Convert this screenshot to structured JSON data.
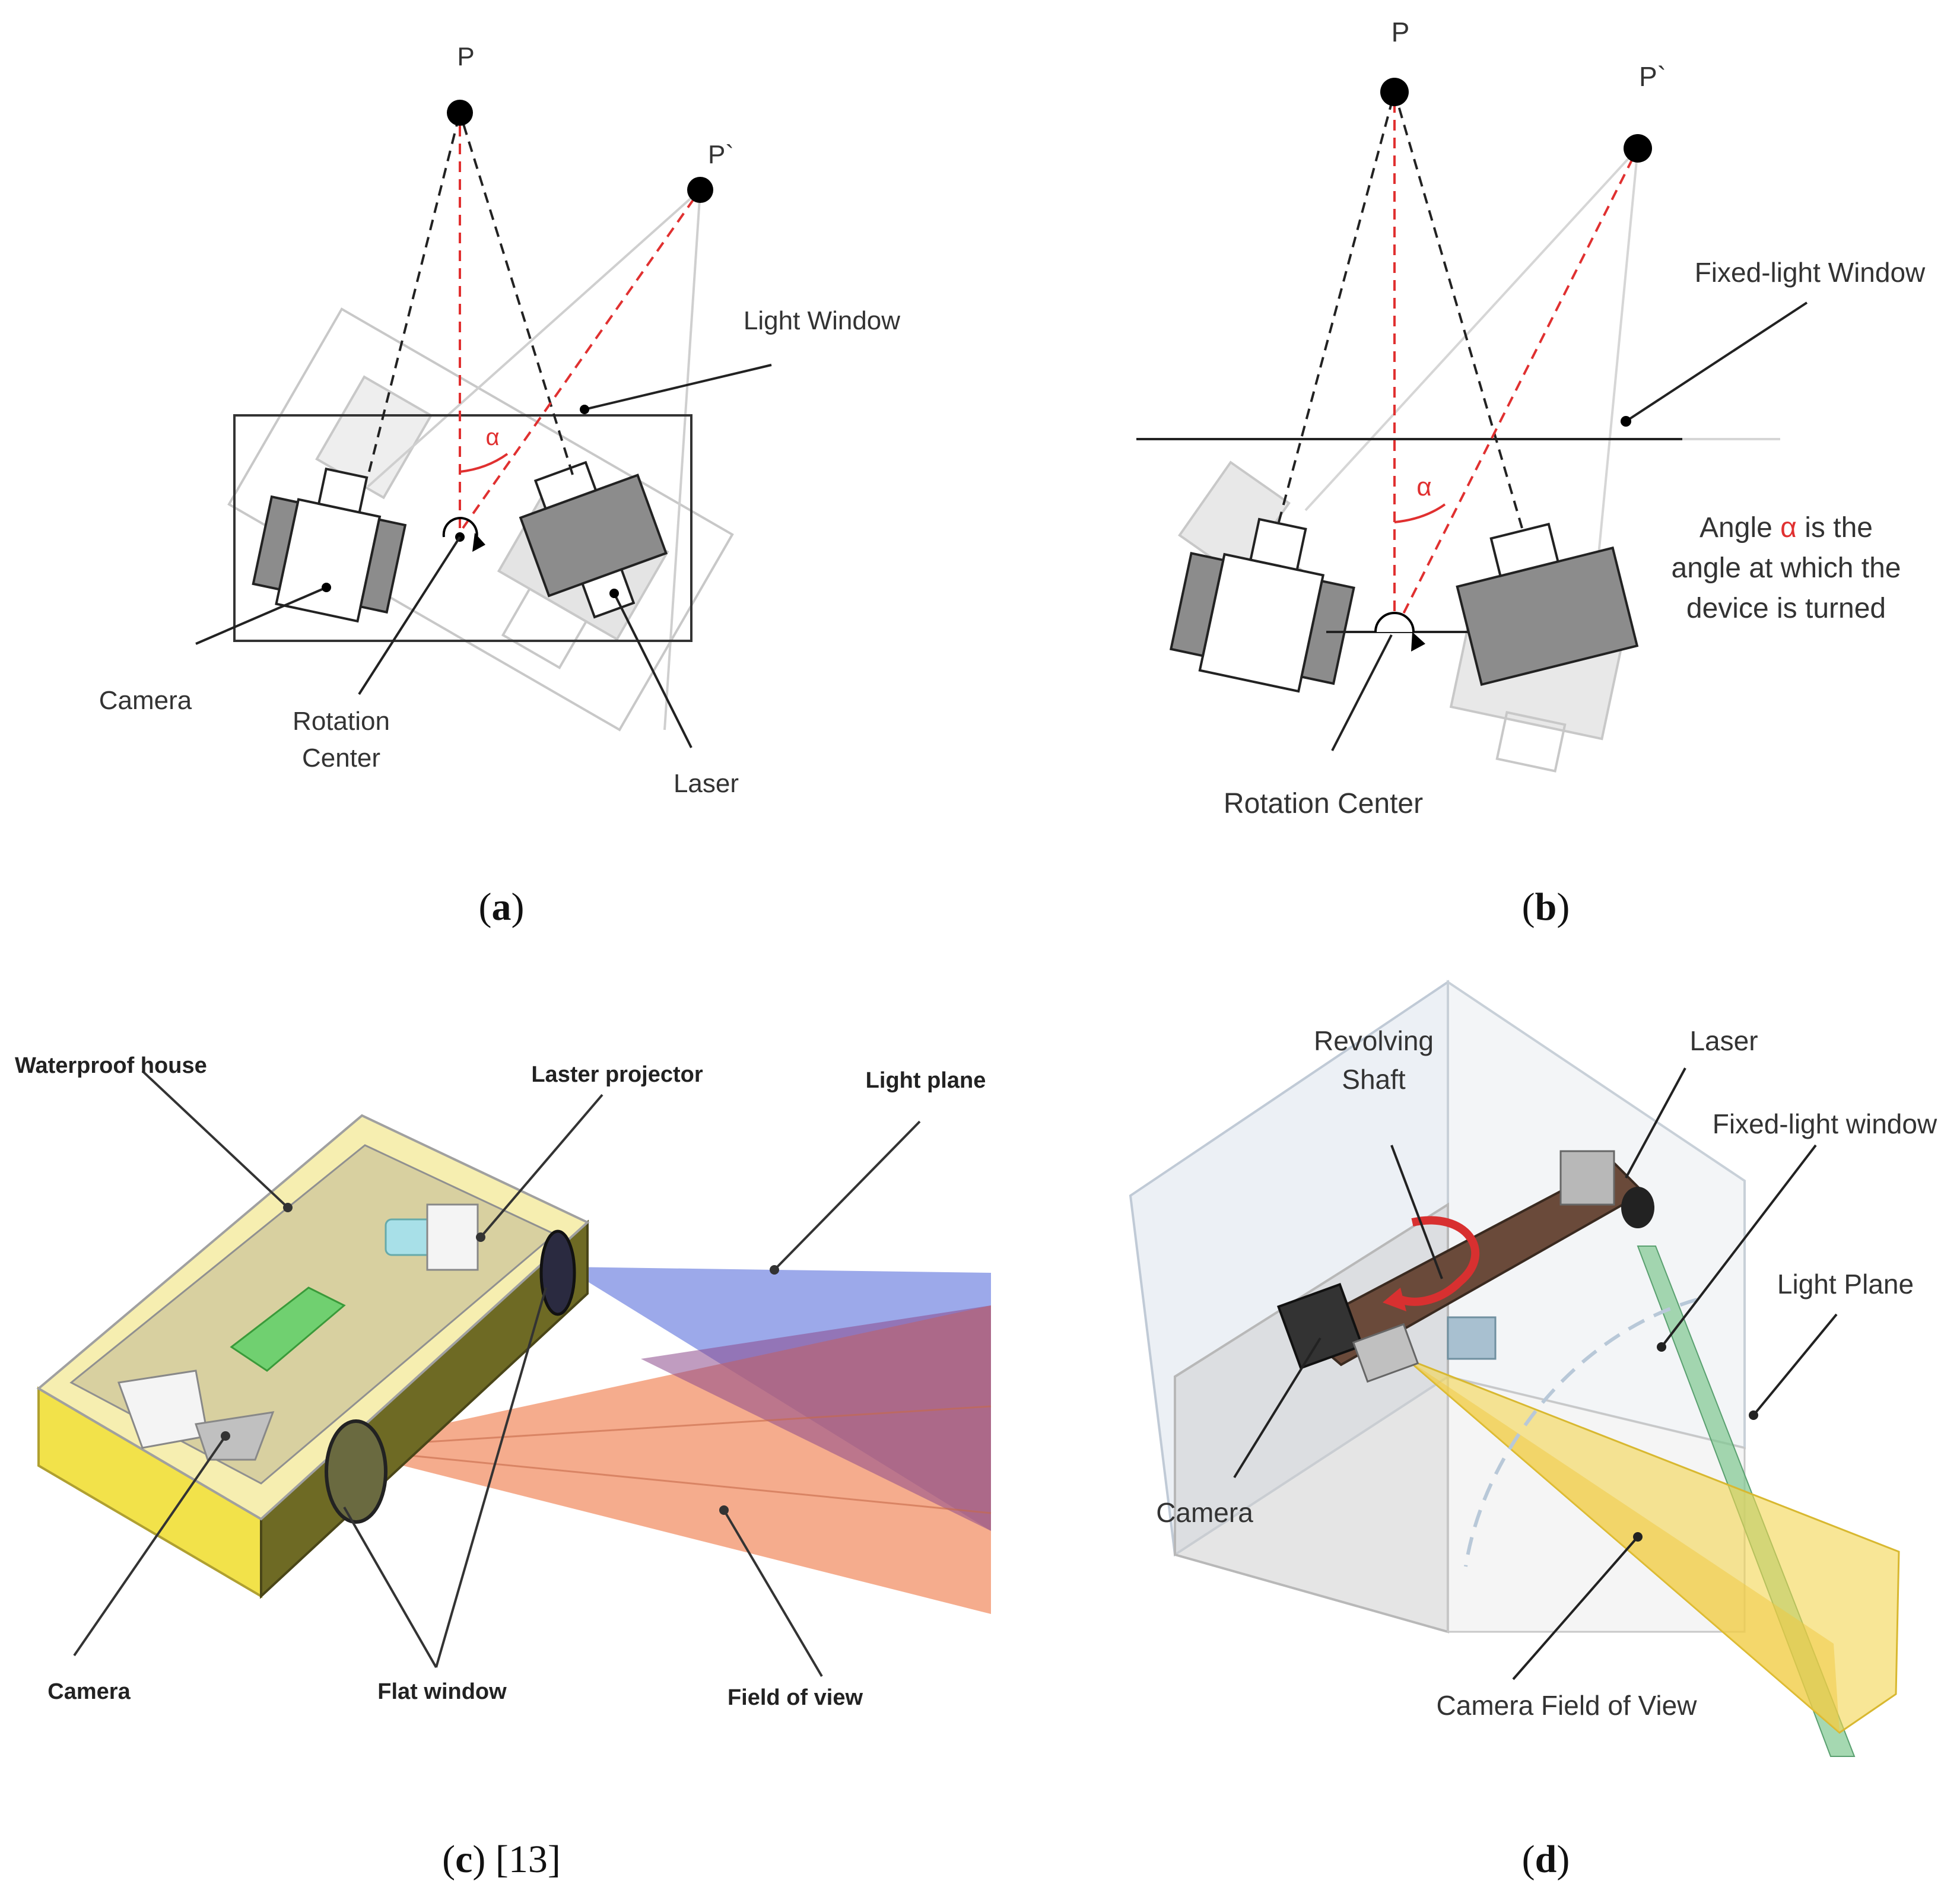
{
  "panel_a": {
    "point_p": "P",
    "point_p_prime": "P`",
    "alpha": "α",
    "light_window": "Light Window",
    "camera": "Camera",
    "rotation_center_line1": "Rotation",
    "rotation_center_line2": "Center",
    "laser": "Laser",
    "caption_letter": "a"
  },
  "panel_b": {
    "point_p": "P",
    "point_p_prime": "P`",
    "alpha": "α",
    "fixed_light_window": "Fixed-light Window",
    "note_line1_pre": "Angle ",
    "note_line1_alpha": "α",
    "note_line1_post": " is the",
    "note_line2": "angle at which the",
    "note_line3": "device is turned",
    "rotation_center": "Rotation Center",
    "caption_letter": "b"
  },
  "panel_c": {
    "waterproof_house": "Waterproof house",
    "laser_projector": "Laster projector",
    "light_plane": "Light plane",
    "camera": "Camera",
    "flat_window": "Flat window",
    "field_of_view": "Field of view",
    "caption_letter": "c",
    "caption_ref": " [13]"
  },
  "panel_d": {
    "revolving_shaft_line1": "Revolving",
    "revolving_shaft_line2": "Shaft",
    "laser": "Laser",
    "fixed_light_window": "Fixed-light window",
    "light_plane": "Light Plane",
    "camera": "Camera",
    "camera_fov": "Camera Field of View",
    "caption_letter": "d"
  },
  "colors": {
    "red_dash": "#e03030",
    "gray_fill": "#8c8c8c",
    "housing_yellow": "#f2e24a",
    "light_plane_blue": "#4a63d8",
    "fov_orange": "#f08050",
    "fov_yellow": "#f3d650",
    "laser_green": "#7fc890"
  }
}
